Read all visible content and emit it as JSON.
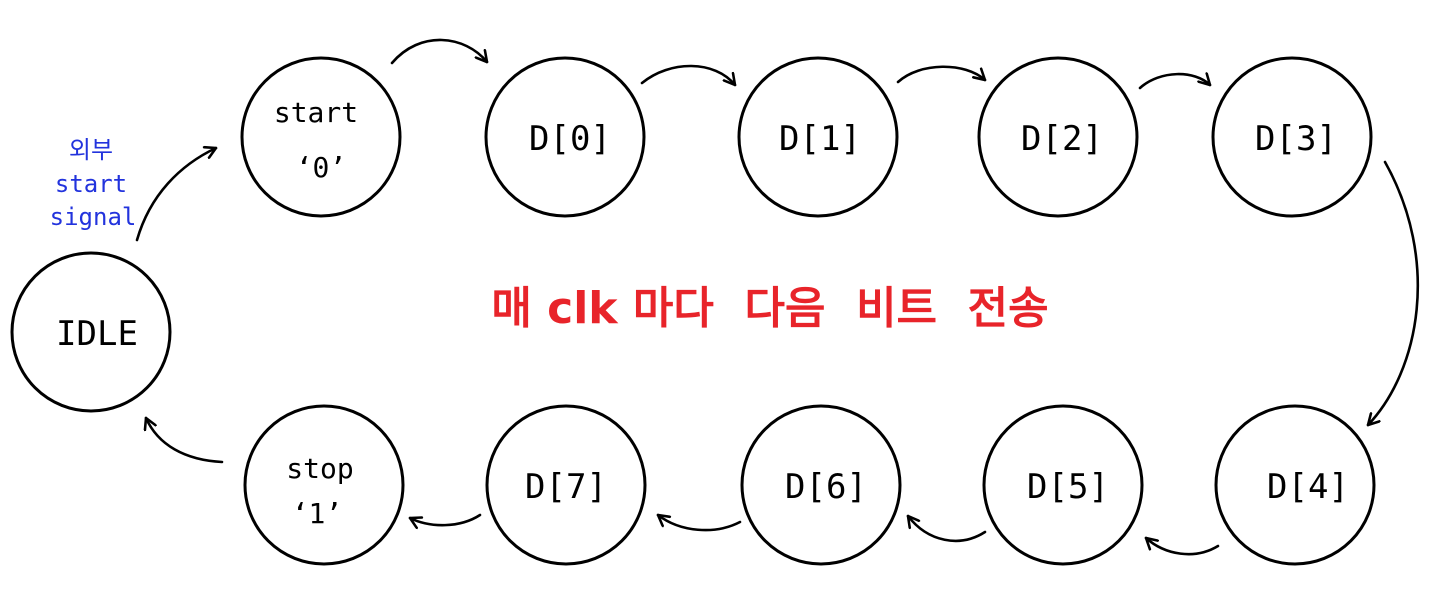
{
  "colors": {
    "stroke": "#000000",
    "note": "#2233dd",
    "title": "#e8242a"
  },
  "annotation": {
    "line1": "외부",
    "line2": "start",
    "line3": "signal"
  },
  "center_text": "매 clk 마다  다음  비트  전송",
  "states": {
    "idle": "IDLE",
    "start_l1": "start",
    "start_l2": "‘0’",
    "d0": "D[0]",
    "d1": "D[1]",
    "d2": "D[2]",
    "d3": "D[3]",
    "d4": "D[4]",
    "d5": "D[5]",
    "d6": "D[6]",
    "d7": "D[7]",
    "stop_l1": "stop",
    "stop_l2": "‘1’"
  }
}
